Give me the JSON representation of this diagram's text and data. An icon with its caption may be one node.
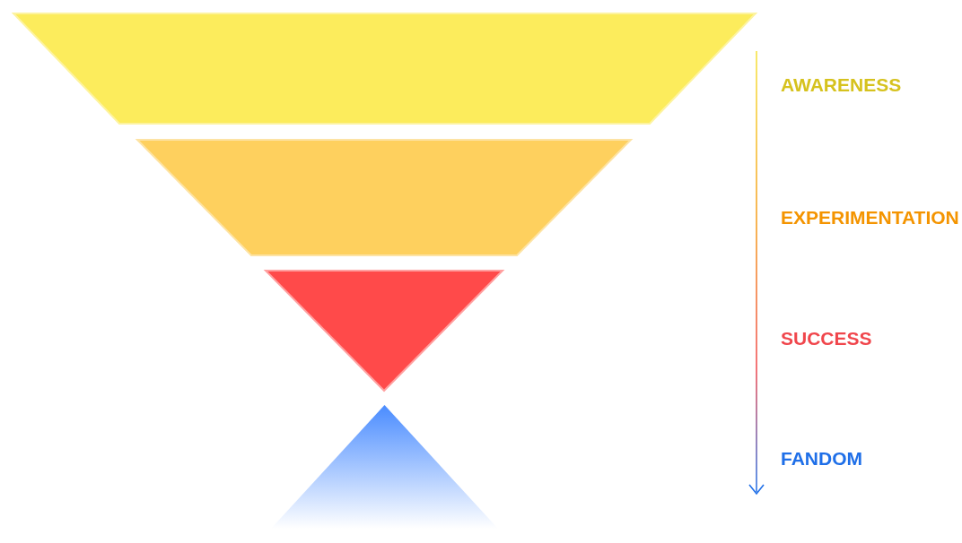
{
  "diagram": {
    "nodes": [
      {
        "text": [],
        "shape": "trapezoid"
      },
      {
        "text": [],
        "shape": "trapezoid"
      },
      {
        "text": [],
        "shape": "triangle"
      },
      {
        "text": [],
        "shape": "triangle"
      }
    ],
    "edges": [],
    "labels": [
      "AWARENESS",
      "EXPERIMENTATION",
      "SUCCESS",
      "FANDOM"
    ]
  }
}
